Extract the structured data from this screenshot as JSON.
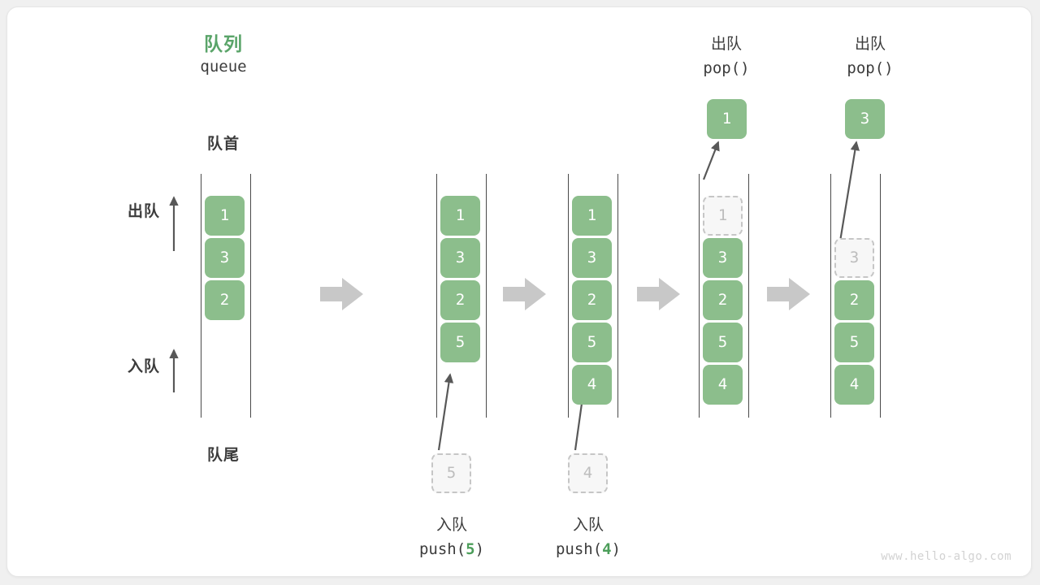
{
  "diagram": {
    "title_cn": "队列",
    "title_en": "queue",
    "front_label": "队首",
    "rear_label": "队尾",
    "dequeue_label": "出队",
    "enqueue_label": "入队",
    "watermark": "www.hello-algo.com",
    "accent_green": "#5aa469",
    "cell_green": "#8cbe8c",
    "ghost_gray": "#bdbdbd",
    "step_arrow_color": "#c8c8c8"
  },
  "columns": [
    {
      "id": "initial",
      "cells": [
        "1",
        "3",
        "2"
      ],
      "ghost_index": -1
    },
    {
      "id": "after-push-5",
      "cells": [
        "1",
        "3",
        "2",
        "5"
      ],
      "ghost_index": -1,
      "incoming": "5",
      "op_cn": "入队",
      "op_code_prefix": "push(",
      "op_code_arg": "5",
      "op_code_suffix": ")"
    },
    {
      "id": "after-push-4",
      "cells": [
        "1",
        "3",
        "2",
        "5",
        "4"
      ],
      "ghost_index": -1,
      "incoming": "4",
      "op_cn": "入队",
      "op_code_prefix": "push(",
      "op_code_arg": "4",
      "op_code_suffix": ")"
    },
    {
      "id": "after-pop-1",
      "cells": [
        "1",
        "3",
        "2",
        "5",
        "4"
      ],
      "ghost_index": 0,
      "popped": "1",
      "op_cn": "出队",
      "op_code": "pop()"
    },
    {
      "id": "after-pop-3",
      "cells": [
        "3",
        "2",
        "5",
        "4"
      ],
      "ghost_index": 0,
      "popped": "3",
      "op_cn": "出队",
      "op_code": "pop()"
    }
  ]
}
